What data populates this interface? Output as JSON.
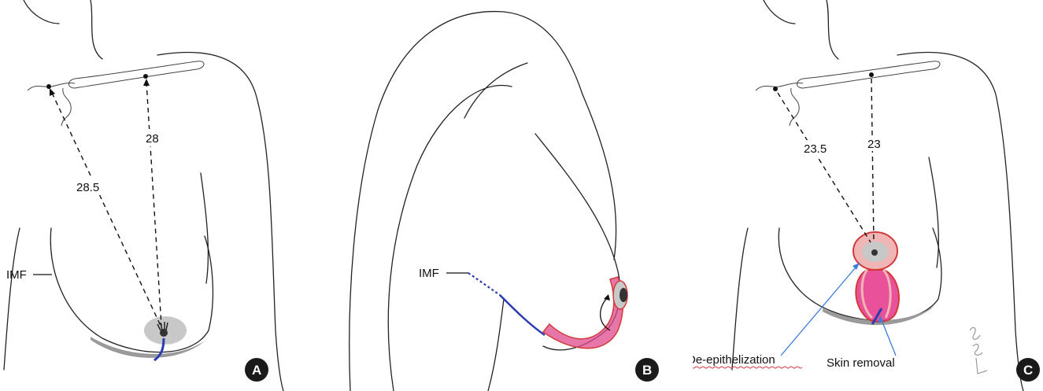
{
  "panels": [
    {
      "letter": "A",
      "labels": {
        "imf": "IMF",
        "distance_left": "28.5",
        "distance_right": "28"
      }
    },
    {
      "letter": "B",
      "labels": {
        "imf": "IMF"
      }
    },
    {
      "letter": "C",
      "labels": {
        "distance_left": "23.5",
        "distance_right": "23",
        "callout_deepithelization": "De-epithelization",
        "callout_skin_removal": "Skin removal"
      }
    }
  ],
  "colors": {
    "outline": "#222222",
    "dashed_line": "#111111",
    "areola_fill": "#c8c8c8",
    "nipple": "#333333",
    "blue_incision": "#2b3cb0",
    "flap_fill": "#e04a8c",
    "deep_red_outline": "#d23a3a",
    "callout_arrow": "#3b7dd8",
    "fold_shadow": "#9a9a9a",
    "badge": "#1a1a1a"
  }
}
